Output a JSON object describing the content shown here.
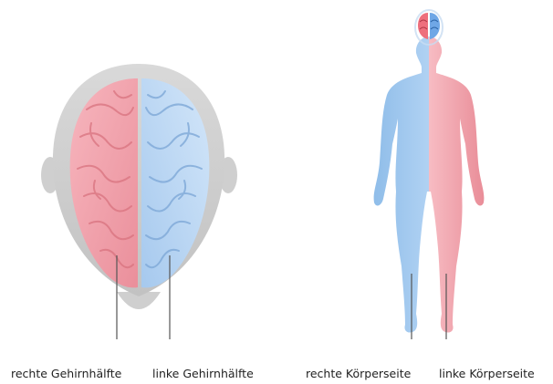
{
  "labels": {
    "right_hemisphere": "rechte Gehirnhälfte",
    "left_hemisphere": "linke Gehirnhälfte",
    "right_body_side": "rechte Körperseite",
    "left_body_side": "linke Körperseite"
  },
  "colors": {
    "right_side": "#f2a3ad",
    "left_side": "#b9d6f3",
    "head_outline": "#c9c9c9",
    "leader_line": "#555555"
  }
}
